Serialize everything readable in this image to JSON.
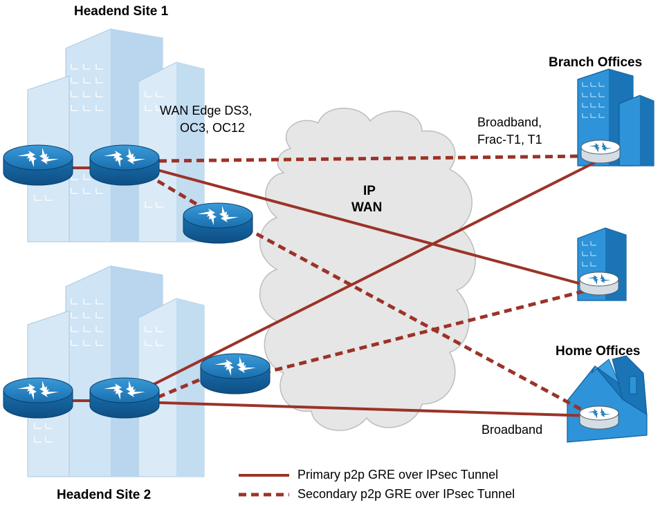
{
  "labels": {
    "headend1": "Headend Site 1",
    "headend2": "Headend Site 2",
    "branch": "Branch Offices",
    "home": "Home Offices",
    "wan_edge_line1": "WAN Edge DS3,",
    "wan_edge_line2": "OC3, OC12",
    "branch_link_line1": "Broadband,",
    "branch_link_line2": "Frac-T1, T1",
    "home_link": "Broadband",
    "cloud_line1": "IP",
    "cloud_line2": "WAN"
  },
  "legend": {
    "primary": "Primary p2p GRE over IPsec Tunnel",
    "secondary": "Secondary p2p GRE over IPsec Tunnel"
  },
  "colors": {
    "tunnel": "#9b3328",
    "router": "#1f7fc0",
    "building": "#c9e2f4",
    "branch_building": "#2a8fd6",
    "cloud": "#e8e8e8"
  },
  "icons": {
    "router": "router-icon",
    "building": "building-icon",
    "house": "house-icon",
    "cloud": "cloud-icon"
  }
}
